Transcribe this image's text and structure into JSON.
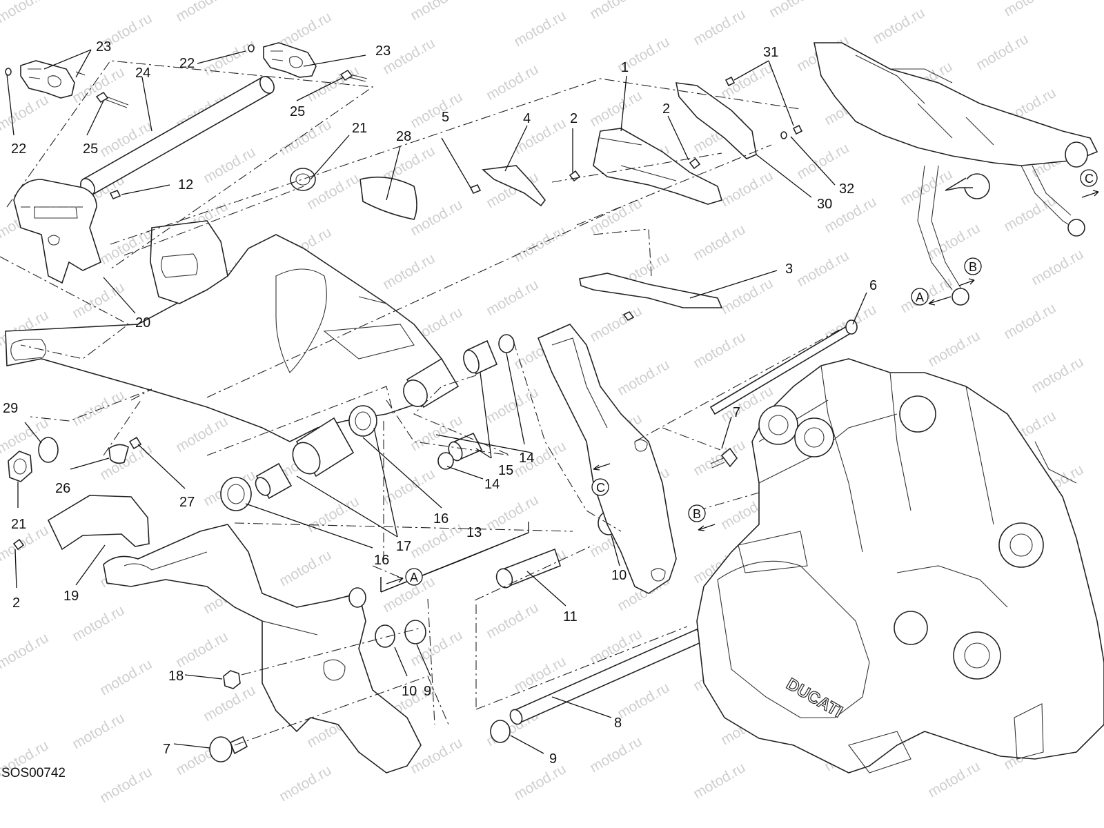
{
  "diagram": {
    "code": "SOS00742",
    "watermark": "motod.ru",
    "callouts": [
      "1",
      "2",
      "3",
      "4",
      "5",
      "6",
      "7",
      "8",
      "9",
      "10",
      "11",
      "12",
      "13",
      "14",
      "15",
      "16",
      "17",
      "18",
      "19",
      "20",
      "21",
      "22",
      "23",
      "24",
      "25",
      "26",
      "27",
      "28",
      "29",
      "30",
      "31",
      "32"
    ],
    "reference_markers": [
      "A",
      "B",
      "C"
    ],
    "engine_logo": "DUCATI"
  }
}
